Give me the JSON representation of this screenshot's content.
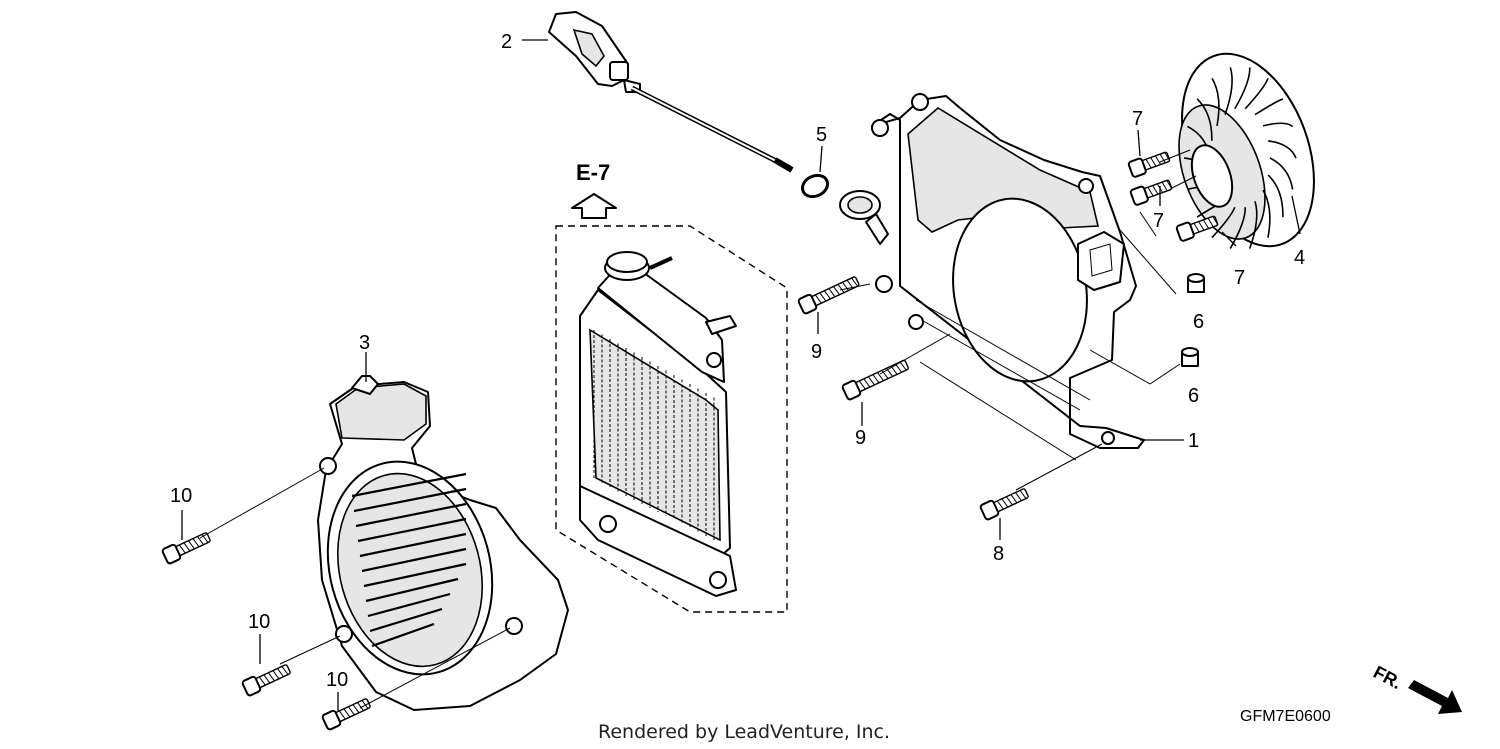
{
  "diagram": {
    "reference": "E-7",
    "part_code": "GFM7E0600",
    "credit": "Rendered by LeadVenture, Inc.",
    "front_indicator": "FR.",
    "callouts": [
      {
        "id": "c1",
        "label": "1",
        "part": "shroud-panel"
      },
      {
        "id": "c2",
        "label": "2",
        "part": "oil-dipstick"
      },
      {
        "id": "c3",
        "label": "3",
        "part": "fan-cover"
      },
      {
        "id": "c4",
        "label": "4",
        "part": "cooling-fan"
      },
      {
        "id": "c5",
        "label": "5",
        "part": "o-ring"
      },
      {
        "id": "c6a",
        "label": "6",
        "part": "dowel-pin"
      },
      {
        "id": "c6b",
        "label": "6",
        "part": "dowel-pin"
      },
      {
        "id": "c7a",
        "label": "7",
        "part": "fan-bolt"
      },
      {
        "id": "c7b",
        "label": "7",
        "part": "fan-bolt"
      },
      {
        "id": "c7c",
        "label": "7",
        "part": "fan-bolt"
      },
      {
        "id": "c8",
        "label": "8",
        "part": "bolt"
      },
      {
        "id": "c9a",
        "label": "9",
        "part": "bolt"
      },
      {
        "id": "c9b",
        "label": "9",
        "part": "bolt"
      },
      {
        "id": "c10a",
        "label": "10",
        "part": "cover-bolt"
      },
      {
        "id": "c10b",
        "label": "10",
        "part": "cover-bolt"
      },
      {
        "id": "c10c",
        "label": "10",
        "part": "cover-bolt"
      }
    ]
  }
}
